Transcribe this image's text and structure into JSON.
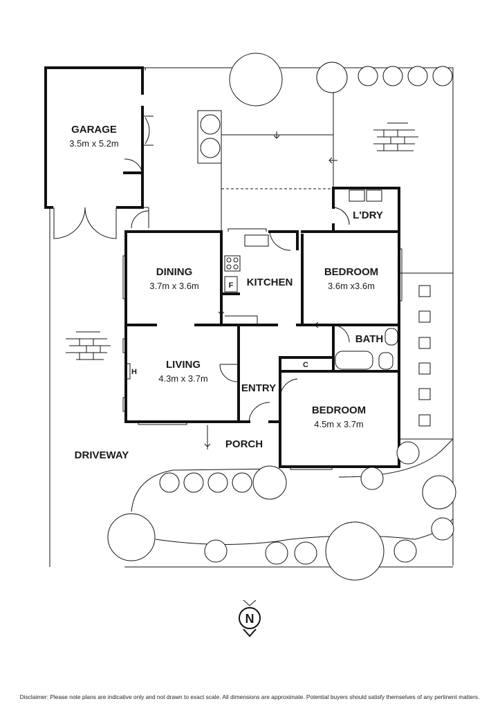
{
  "rooms": {
    "garage": {
      "name": "GARAGE",
      "dims": "3.5m x 5.2m"
    },
    "dining": {
      "name": "DINING",
      "dims": "3.7m x 3.6m"
    },
    "kitchen": {
      "name": "KITCHEN"
    },
    "bedroom1": {
      "name": "BEDROOM",
      "dims": "3.6m x3.6m"
    },
    "laundry": {
      "name": "L'DRY"
    },
    "living": {
      "name": "LIVING",
      "dims": "4.3m x 3.7m"
    },
    "bath": {
      "name": "BATH"
    },
    "entry": {
      "name": "ENTRY"
    },
    "bedroom2": {
      "name": "BEDROOM",
      "dims": "4.5m x 3.7m"
    },
    "porch": {
      "name": "PORCH"
    },
    "driveway": {
      "name": "DRIVEWAY"
    }
  },
  "markers": {
    "fridge": "F",
    "cupboard": "C",
    "heater": "H"
  },
  "compass": {
    "label": "N"
  },
  "disclaimer": "Disclaimer: Please note plans are indicative only and not drawn to exact scale. All dimensions are approximate. Potential buyers should satisfy themselves of any pertinent matters."
}
